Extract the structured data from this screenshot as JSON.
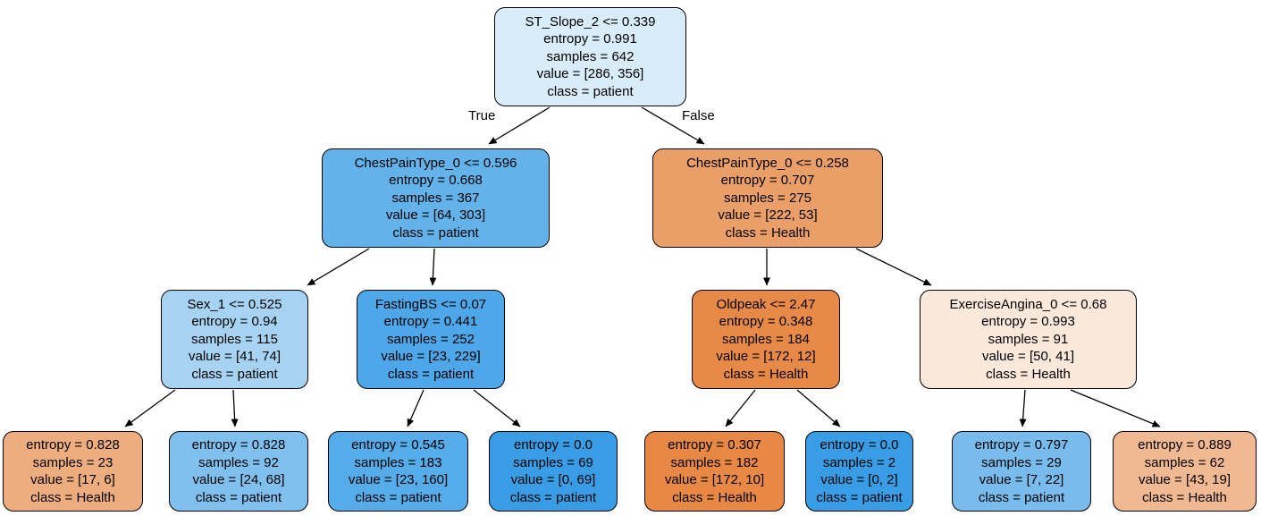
{
  "tree": {
    "kind": "decision-tree",
    "classes": {
      "health_label": "Health",
      "patient_label": "patient",
      "health_color": "#e58139",
      "patient_color": "#399de5"
    },
    "edge_labels": {
      "true": "True",
      "false": "False"
    },
    "nodes": [
      {
        "name": "root",
        "condition": "ST_Slope_2 <= 0.339",
        "entropy": "entropy = 0.991",
        "samples": "samples = 642",
        "value": "value = [286, 356]",
        "class": "class = patient",
        "color": "#d8ecfa"
      },
      {
        "name": "left-internal",
        "condition": "ChestPainType_0 <= 0.596",
        "entropy": "entropy = 0.668",
        "samples": "samples = 367",
        "value": "value = [64, 303]",
        "class": "class = patient",
        "color": "#63b2ea"
      },
      {
        "name": "right-internal",
        "condition": "ChestPainType_0 <= 0.258",
        "entropy": "entropy = 0.707",
        "samples": "samples = 275",
        "value": "value = [222, 53]",
        "class": "class = Health",
        "color": "#eb9f68"
      },
      {
        "name": "sex-node",
        "condition": "Sex_1 <= 0.525",
        "entropy": "entropy = 0.94",
        "samples": "samples = 115",
        "value": "value = [41, 74]",
        "class": "class = patient",
        "color": "#a7d3f3"
      },
      {
        "name": "fastingbs-node",
        "condition": "FastingBS <= 0.07",
        "entropy": "entropy = 0.441",
        "samples": "samples = 252",
        "value": "value = [23, 229]",
        "class": "class = patient",
        "color": "#4da7e8"
      },
      {
        "name": "oldpeak-node",
        "condition": "Oldpeak <= 2.47",
        "entropy": "entropy = 0.348",
        "samples": "samples = 184",
        "value": "value = [172, 12]",
        "class": "class = Health",
        "color": "#e78a47"
      },
      {
        "name": "exerciseangina-node",
        "condition": "ExerciseAngina_0 <= 0.68",
        "entropy": "entropy = 0.993",
        "samples": "samples = 91",
        "value": "value = [50, 41]",
        "class": "class = Health",
        "color": "#fae8db"
      },
      {
        "name": "leaf-1",
        "entropy": "entropy = 0.828",
        "samples": "samples = 23",
        "value": "value = [17, 6]",
        "class": "class = Health",
        "color": "#eead7f"
      },
      {
        "name": "leaf-2",
        "entropy": "entropy = 0.828",
        "samples": "samples = 92",
        "value": "value = [24, 68]",
        "class": "class = patient",
        "color": "#7fc0ee"
      },
      {
        "name": "leaf-3",
        "entropy": "entropy = 0.545",
        "samples": "samples = 183",
        "value": "value = [23, 160]",
        "class": "class = patient",
        "color": "#56abe9"
      },
      {
        "name": "leaf-4",
        "entropy": "entropy = 0.0",
        "samples": "samples = 69",
        "value": "value = [0, 69]",
        "class": "class = patient",
        "color": "#399de5"
      },
      {
        "name": "leaf-5",
        "entropy": "entropy = 0.307",
        "samples": "samples = 182",
        "value": "value = [172, 10]",
        "class": "class = Health",
        "color": "#e78845"
      },
      {
        "name": "leaf-6",
        "entropy": "entropy = 0.0",
        "samples": "samples = 2",
        "value": "value = [0, 2]",
        "class": "class = patient",
        "color": "#399de5"
      },
      {
        "name": "leaf-7",
        "entropy": "entropy = 0.797",
        "samples": "samples = 29",
        "value": "value = [7, 22]",
        "class": "class = patient",
        "color": "#78bced"
      },
      {
        "name": "leaf-8",
        "entropy": "entropy = 0.889",
        "samples": "samples = 62",
        "value": "value = [43, 19]",
        "class": "class = Health",
        "color": "#f1b991"
      }
    ],
    "edges": [
      {
        "from": 0,
        "to": 1,
        "label": "True"
      },
      {
        "from": 0,
        "to": 2,
        "label": "False"
      },
      {
        "from": 1,
        "to": 3
      },
      {
        "from": 1,
        "to": 4
      },
      {
        "from": 2,
        "to": 5
      },
      {
        "from": 2,
        "to": 6
      },
      {
        "from": 3,
        "to": 7
      },
      {
        "from": 3,
        "to": 8
      },
      {
        "from": 4,
        "to": 9
      },
      {
        "from": 4,
        "to": 10
      },
      {
        "from": 5,
        "to": 11
      },
      {
        "from": 5,
        "to": 12
      },
      {
        "from": 6,
        "to": 13
      },
      {
        "from": 6,
        "to": 14
      }
    ]
  }
}
